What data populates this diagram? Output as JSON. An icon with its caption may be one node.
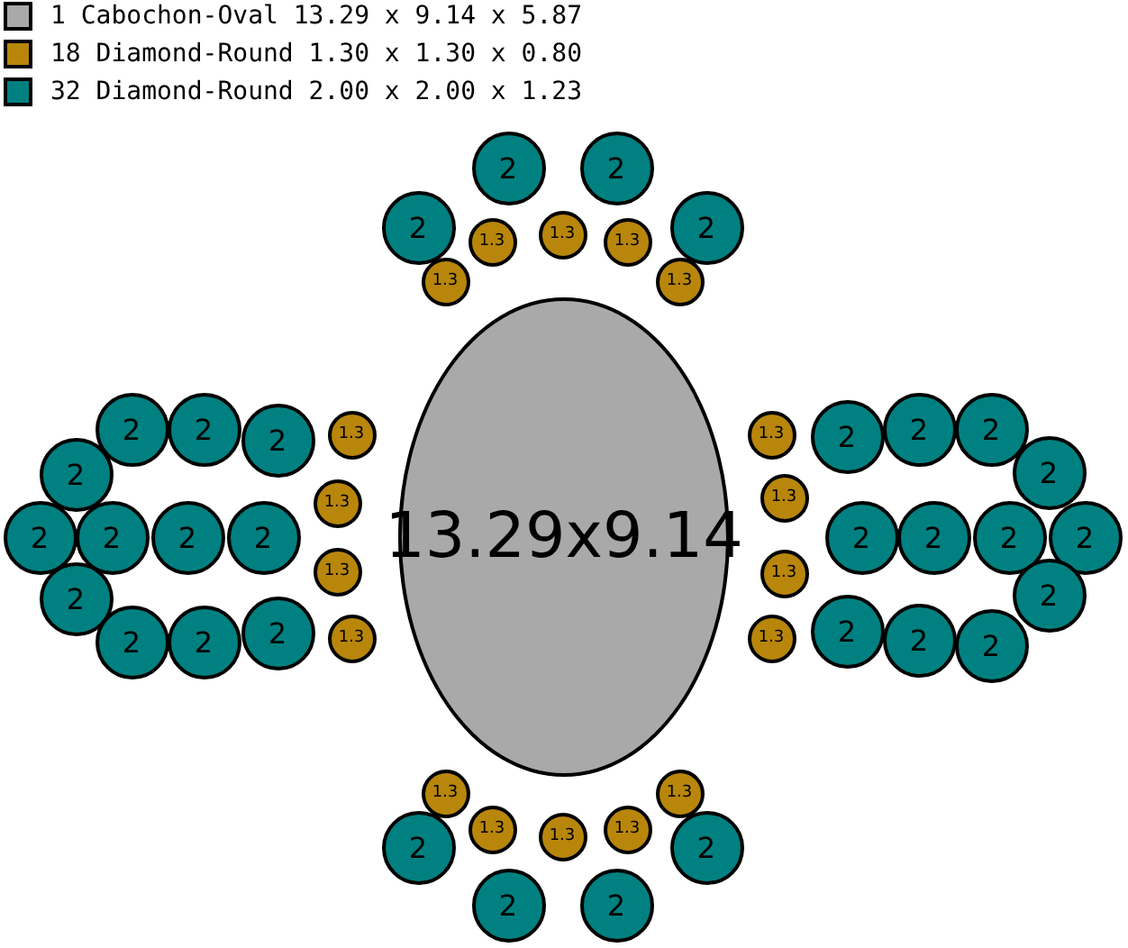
{
  "diagram": {
    "nodes": [
      {
        "text": [
          "2"
        ]
      },
      {
        "text": [
          "2"
        ]
      },
      {
        "text": [
          "2"
        ]
      },
      {
        "text": [
          "2"
        ]
      },
      {
        "text": [
          "1.3"
        ]
      },
      {
        "text": [
          "1.3"
        ]
      },
      {
        "text": [
          "1.3"
        ]
      },
      {
        "text": [
          "1.3"
        ]
      },
      {
        "text": [
          "1.3"
        ]
      },
      {
        "text": [
          "2"
        ]
      },
      {
        "text": [
          "2"
        ]
      },
      {
        "text": [
          "1.3"
        ]
      },
      {
        "text": [
          "2"
        ]
      },
      {
        "text": [
          "2"
        ]
      },
      {
        "text": [
          "1.3"
        ]
      },
      {
        "text": [
          "2"
        ]
      },
      {
        "text": [
          "2"
        ]
      },
      {
        "text": [
          "2"
        ]
      },
      {
        "text": [
          "2"
        ]
      },
      {
        "text": [
          "1.3"
        ]
      },
      {
        "text": [
          "2"
        ]
      },
      {
        "text": [
          "2"
        ]
      },
      {
        "text": [
          "1.3"
        ]
      },
      {
        "text": [
          "2"
        ]
      },
      {
        "text": [
          "2"
        ]
      },
      {
        "text": [
          "13.29x9.14"
        ]
      },
      {
        "text": [
          "2"
        ]
      },
      {
        "text": [
          "2"
        ]
      },
      {
        "text": [
          "1.3"
        ]
      },
      {
        "text": [
          "2"
        ]
      },
      {
        "text": [
          "2"
        ]
      },
      {
        "text": [
          "1.3"
        ]
      },
      {
        "text": [
          "2"
        ]
      },
      {
        "text": [
          "2"
        ]
      },
      {
        "text": [
          "2"
        ]
      },
      {
        "text": [
          "2"
        ]
      },
      {
        "text": [
          "1.3"
        ]
      },
      {
        "text": [
          "2"
        ]
      },
      {
        "text": [
          "2"
        ]
      },
      {
        "text": [
          "1.3"
        ]
      },
      {
        "text": [
          "2"
        ]
      },
      {
        "text": [
          "2"
        ]
      },
      {
        "text": [
          "1.3"
        ]
      },
      {
        "text": [
          "1.3"
        ]
      },
      {
        "text": [
          "1.3"
        ]
      },
      {
        "text": [
          "1.3"
        ]
      },
      {
        "text": [
          "1.3"
        ]
      },
      {
        "text": [
          "2"
        ]
      },
      {
        "text": [
          "2"
        ]
      },
      {
        "text": [
          "2"
        ]
      },
      {
        "text": [
          "2"
        ]
      }
    ],
    "legend": [
      {
        "text": "1 Cabochon-Oval 13.29 x 9.14 x 5.87",
        "color": "#a9a9a9"
      },
      {
        "text": "18 Diamond-Round 1.30 x 1.30 x 0.80",
        "color": "#b8860b"
      },
      {
        "text": "32 Diamond-Round 2.00 x 2.00 x 1.23",
        "color": "#008080"
      }
    ]
  }
}
